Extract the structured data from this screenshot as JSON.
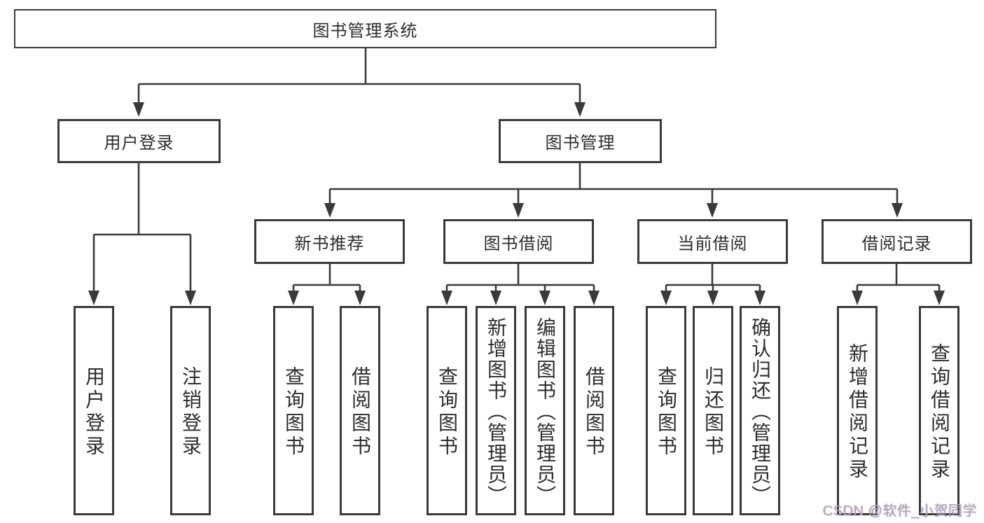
{
  "diagram": {
    "title": "图书管理系统",
    "branches": [
      {
        "label": "用户登录",
        "children": [
          {
            "label": "用户登录"
          },
          {
            "label": "注销登录"
          }
        ]
      },
      {
        "label": "图书管理",
        "children": [
          {
            "label": "新书推荐",
            "children": [
              {
                "label": "查询图书"
              },
              {
                "label": "借阅图书"
              }
            ]
          },
          {
            "label": "图书借阅",
            "children": [
              {
                "label": "查询图书"
              },
              {
                "label": "新增图书（管理员）"
              },
              {
                "label": "编辑图书（管理员）"
              },
              {
                "label": "借阅图书"
              }
            ]
          },
          {
            "label": "当前借阅",
            "children": [
              {
                "label": "查询图书"
              },
              {
                "label": "归还图书"
              },
              {
                "label": "确认归还（管理员）"
              }
            ]
          },
          {
            "label": "借阅记录",
            "children": [
              {
                "label": "新增借阅记录"
              },
              {
                "label": "查询借阅记录"
              }
            ]
          }
        ]
      }
    ]
  },
  "watermark": {
    "text": "CSDN @软件_小贺同学"
  },
  "colors": {
    "line": "#3a3a3a",
    "text": "#2d2d2d",
    "watermark": "#a9a9b2",
    "background": "#ffffff"
  }
}
